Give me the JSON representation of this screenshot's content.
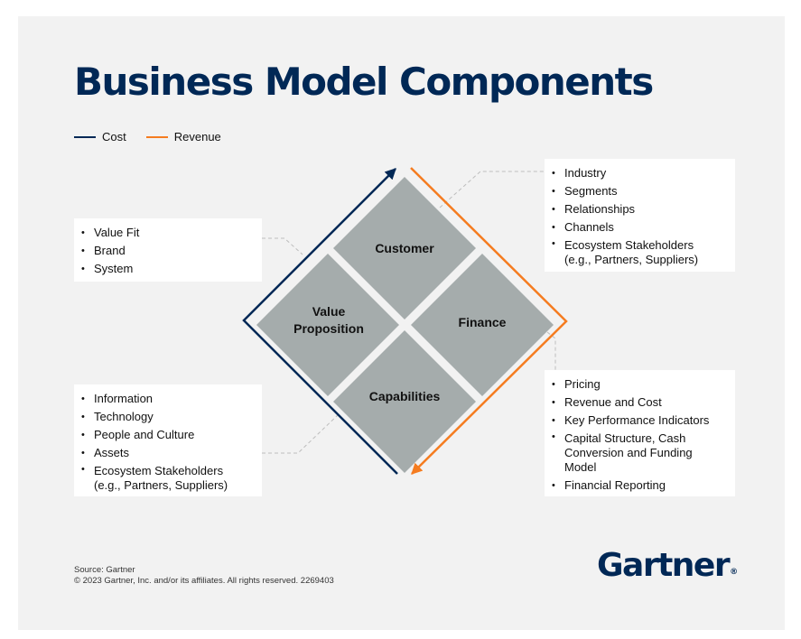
{
  "title": "Business Model Components",
  "legend": {
    "cost_label": "Cost",
    "revenue_label": "Revenue",
    "cost_color": "#002856",
    "revenue_color": "#f57c20"
  },
  "components": {
    "customer": "Customer",
    "value_proposition_line1": "Value",
    "value_proposition_line2": "Proposition",
    "finance": "Finance",
    "capabilities": "Capabilities"
  },
  "customer_box": {
    "items": [
      "Industry",
      "Segments",
      "Relationships",
      "Channels",
      "Ecosystem Stakeholders"
    ],
    "sub": "(e.g., Partners, Suppliers)"
  },
  "value_box": {
    "items": [
      "Value Fit",
      "Brand",
      "System"
    ]
  },
  "capabilities_box": {
    "items": [
      "Information",
      "Technology",
      "People and Culture",
      "Assets",
      "Ecosystem Stakeholders"
    ],
    "sub": "(e.g., Partners, Suppliers)"
  },
  "finance_box": {
    "items": [
      "Pricing",
      "Revenue and Cost",
      "Key Performance Indicators",
      "Capital Structure, Cash",
      "Financial Reporting"
    ],
    "sub1": "Conversion and Funding",
    "sub2": "Model"
  },
  "footer": {
    "source": "Source: Gartner",
    "copyright": "© 2023 Gartner, Inc. and/or its affiliates. All rights reserved. 2269403",
    "logo": "Gartner",
    "logo_mark": "®"
  },
  "diagram_colors": {
    "tile": "#a5acac",
    "connector": "#bdbdbd"
  }
}
